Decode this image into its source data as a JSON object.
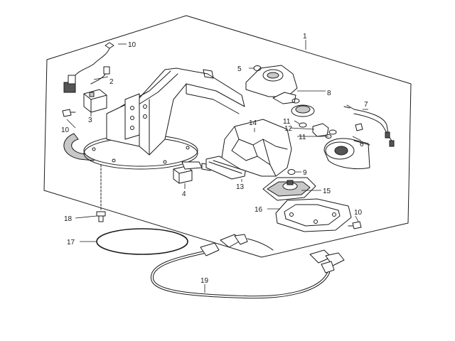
{
  "callouts": [
    {
      "id": "c1",
      "text": "1"
    },
    {
      "id": "c2",
      "text": "2"
    },
    {
      "id": "c3",
      "text": "3"
    },
    {
      "id": "c4",
      "text": "4"
    },
    {
      "id": "c5",
      "text": "5"
    },
    {
      "id": "c6",
      "text": "6"
    },
    {
      "id": "c7",
      "text": "7"
    },
    {
      "id": "c8",
      "text": "8"
    },
    {
      "id": "c9",
      "text": "9"
    },
    {
      "id": "c10a",
      "text": "10"
    },
    {
      "id": "c10b",
      "text": "10"
    },
    {
      "id": "c10c",
      "text": "10"
    },
    {
      "id": "c11a",
      "text": "11"
    },
    {
      "id": "c11b",
      "text": "11"
    },
    {
      "id": "c12",
      "text": "12"
    },
    {
      "id": "c13",
      "text": "13"
    },
    {
      "id": "c14",
      "text": "14"
    },
    {
      "id": "c15",
      "text": "15"
    },
    {
      "id": "c16",
      "text": "16"
    },
    {
      "id": "c17",
      "text": "17"
    },
    {
      "id": "c18",
      "text": "18"
    },
    {
      "id": "c19",
      "text": "19"
    }
  ]
}
